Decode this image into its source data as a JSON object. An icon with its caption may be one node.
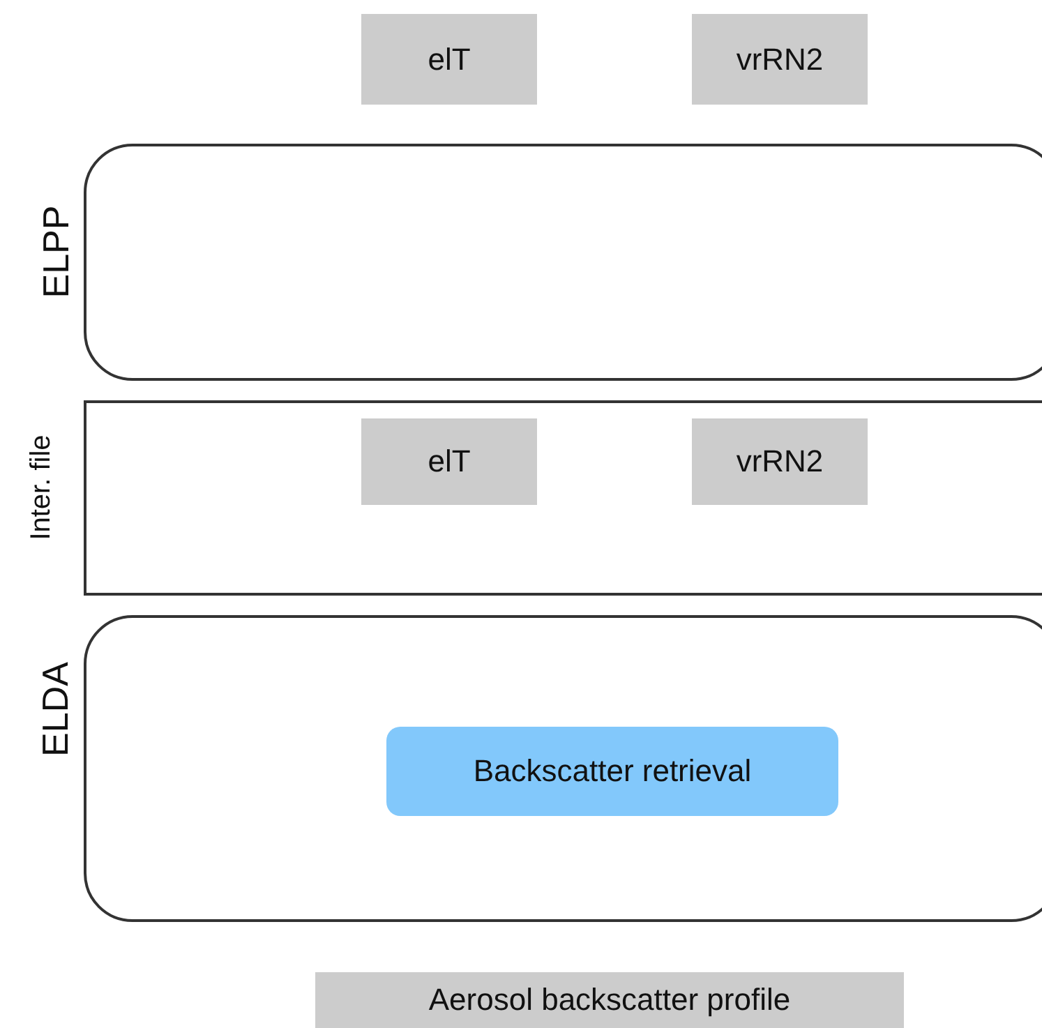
{
  "diagram": {
    "nodes": [
      {
        "text": [
          "elT"
        ]
      },
      {
        "text": [
          "vrRN2"
        ]
      },
      {
        "text": [
          "ELPP"
        ]
      },
      {
        "text": [
          "Inter. file"
        ]
      },
      {
        "text": [
          "elT"
        ],
        "in": 3
      },
      {
        "text": [
          "vrRN2"
        ],
        "in": 3
      },
      {
        "text": [
          "ELDA"
        ]
      },
      {
        "text": [
          "Backscatter retrieval"
        ],
        "in": 6
      },
      {
        "text": [
          "Aerosol backscatter profile"
        ]
      }
    ]
  }
}
